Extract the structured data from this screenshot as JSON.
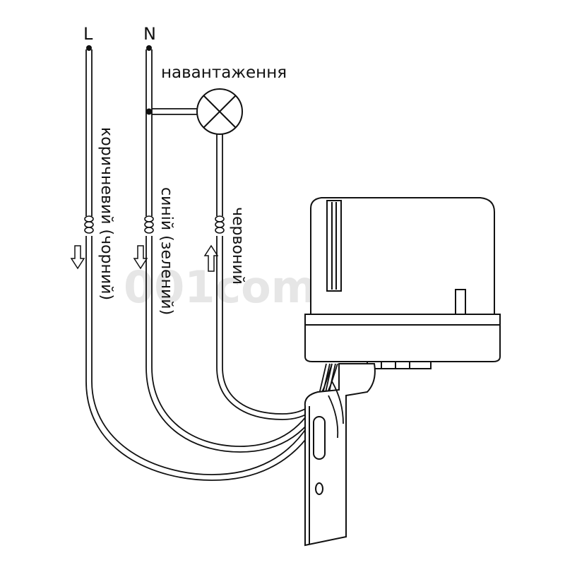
{
  "terminals": {
    "line": "L",
    "neutral": "N"
  },
  "load": {
    "label": "навантаження",
    "icon": "lamp-icon"
  },
  "wires": {
    "brown": "коричневий (чорний)",
    "blue": "синій (зелений)",
    "red": "червоний"
  },
  "watermark": "001com.ua",
  "colors": {
    "line": "#111111",
    "background": "#ffffff",
    "watermark": "#e6e6e6"
  }
}
